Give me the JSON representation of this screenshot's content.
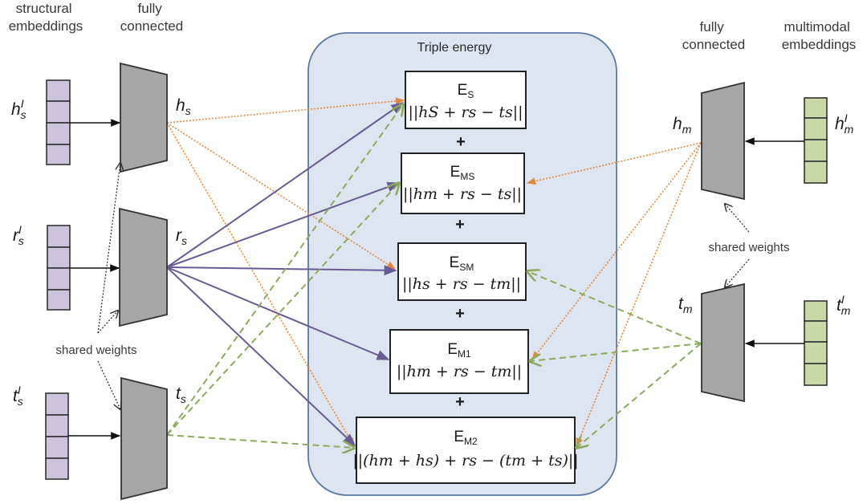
{
  "headers": {
    "structural_embeddings": [
      "structural",
      "embeddings"
    ],
    "fully_connected_left": [
      "fully",
      "connected"
    ],
    "fully_connected_right": [
      "fully",
      "connected"
    ],
    "multimodal_embeddings": [
      "multimodal",
      "embeddings"
    ]
  },
  "inputs_left": [
    {
      "base": "h",
      "sup": "I",
      "sub": "s"
    },
    {
      "base": "r",
      "sup": "I",
      "sub": "s"
    },
    {
      "base": "t",
      "sup": "I",
      "sub": "s"
    }
  ],
  "outputs_left": [
    {
      "base": "h",
      "sub": "s"
    },
    {
      "base": "r",
      "sub": "s"
    },
    {
      "base": "t",
      "sub": "s"
    }
  ],
  "inputs_right": [
    {
      "base": "h",
      "sup": "I",
      "sub": "m"
    },
    {
      "base": "t",
      "sup": "I",
      "sub": "m"
    }
  ],
  "outputs_right": [
    {
      "base": "h",
      "sub": "m"
    },
    {
      "base": "t",
      "sub": "m"
    }
  ],
  "shared_weights_label": "shared weights",
  "triple_energy": {
    "title": "Triple energy",
    "plus": "+",
    "terms": [
      {
        "name": "E",
        "sub": "S",
        "formula": "||hS + rs − ts||"
      },
      {
        "name": "E",
        "sub": "MS",
        "formula": "||hm + rs − ts||"
      },
      {
        "name": "E",
        "sub": "SM",
        "formula": "||hs + rs − tm||"
      },
      {
        "name": "E",
        "sub": "M1",
        "formula": "||hm + rs − tm||"
      },
      {
        "name": "E",
        "sub": "M2",
        "formula": "||(hm + hs) + rs − (tm + ts)||"
      }
    ]
  },
  "colors": {
    "structural_fill": "#cdc3dd",
    "multimodal_fill": "#c9d8a4",
    "fc_fill": "#a6a6a6",
    "panel_fill": "#dde5f0",
    "panel_stroke": "#5b7ba3",
    "orange": "#e8873a",
    "purple": "#6a5a95",
    "green": "#8bab5a"
  }
}
